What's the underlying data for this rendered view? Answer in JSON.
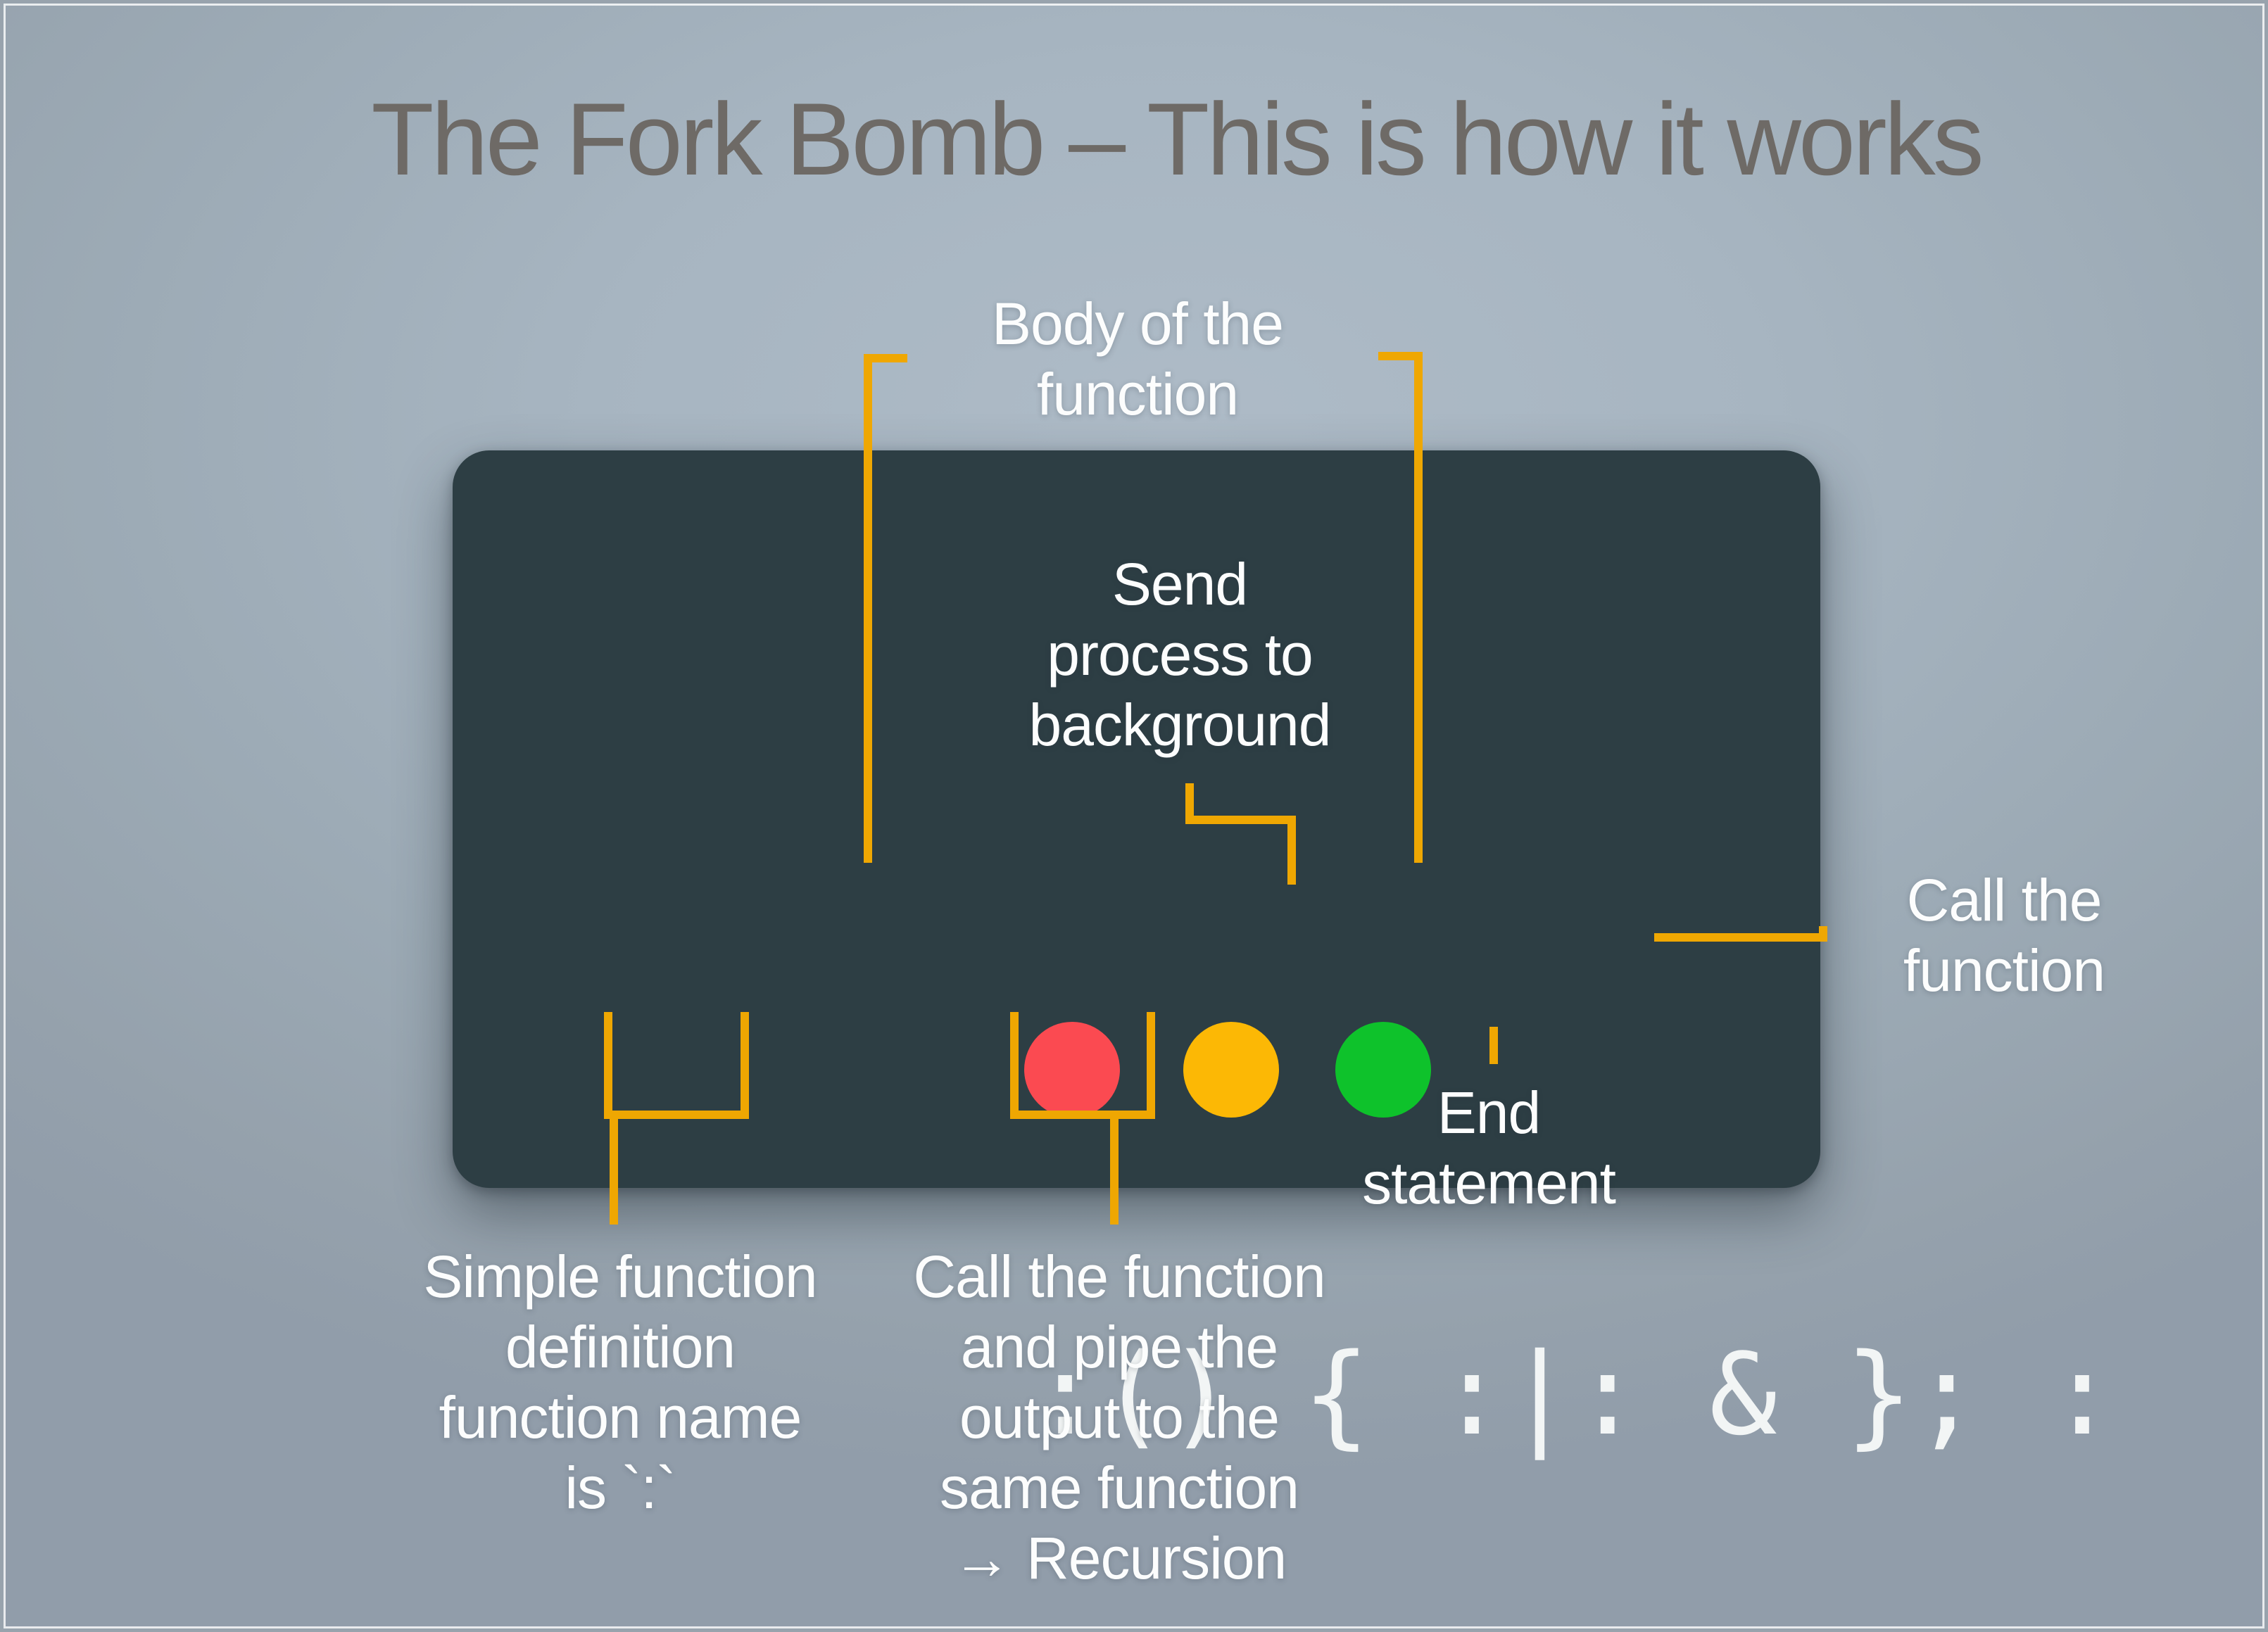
{
  "slide": {
    "title": "The Fork Bomb – This is how it works"
  },
  "terminal": {
    "code": ":() { :|: & }; :",
    "traffic_lights": [
      {
        "name": "close-button",
        "color": "#FB4A51"
      },
      {
        "name": "minimize-button",
        "color": "#FCB805"
      },
      {
        "name": "zoom-button",
        "color": "#0EC22B"
      }
    ]
  },
  "annotations": {
    "body_of_function": "Body of the\nfunction",
    "send_process": "Send\nprocess to\nbackground",
    "call_function_right": "Call the\nfunction",
    "end_statement": "End\nstatement",
    "simple_function": "Simple function\ndefinition\nfunction name\nis `:`",
    "call_pipe_recursion": "Call the function\nand pipe the\noutput to the\nsame function\n→ Recursion"
  },
  "colors": {
    "connector": "#EFA702",
    "terminal_background": "#2D3E44",
    "slide_background": "#A2AFBB",
    "title_text": "#6E6A66",
    "label_text": "#FCFDFD"
  }
}
